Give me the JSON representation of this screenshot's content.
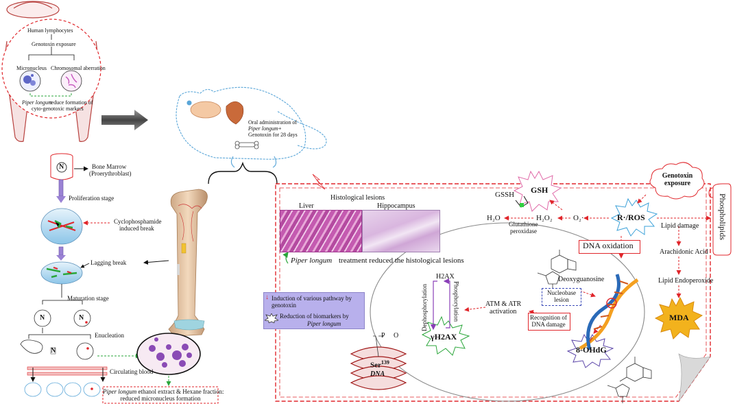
{
  "left": {
    "human_lymphocytes": "Human lymphocytes",
    "genotoxin_exposure": "Genotoxin exposure",
    "micronucleus": "Micronucleus",
    "chromosomal_aberration": "Chromosomal aberration",
    "piper_longum": "Piper longum",
    "reduce_formation": "reduce formation of",
    "cyto_genotoxic": "cyto-genotoxic markers",
    "bone_marrow": "Bone Marrow",
    "proerythroblast": "(Proerythroblast)",
    "proliferation_stage": "Proliferation stage",
    "cyclophosphamide": "Cyclophosphamide",
    "induced_break": "induced break",
    "lagging_break": "Lagging break",
    "maturation_stage": "Maturation stage",
    "enucleation": "Enucleation",
    "circulating_blood": "Circulating blood",
    "nucleus_letter": "N",
    "bottom_box_line1_suffix": "ethanol extract & Hexane fraction:",
    "bottom_box_line2": "reduced micronucleus formation"
  },
  "rat": {
    "oral_line1": "Oral administration of",
    "oral_line2_italic": "Piper longum",
    "oral_line2_suffix": "+",
    "oral_line3": "Genotoxin for 28 days"
  },
  "main": {
    "histological_lesions": "Histological lesions",
    "liver": "Liver",
    "hippocampus": "Hippocampus",
    "histo_caption_italic": "Piper longum",
    "histo_caption_suffix": "treatment reduced the histological lesions",
    "genotoxin_exposure": "Genotoxin exposure",
    "phospholipids": "Phospholipids",
    "ros": "R·/ROS",
    "gsh": "GSH",
    "gssh": "GSSH",
    "h2o": "H₂O",
    "h2o2": "H₂O₂",
    "o2": "O₂·",
    "glutathione_peroxidase_1": "Glutathione",
    "glutathione_peroxidase_2": "peroxidase",
    "lipid_damage": "Lipid damage",
    "arachidonic_acid": "Arachidonic Acid",
    "lipid_endoperoxide": "Lipid Endoperoxide",
    "mda": "MDA",
    "dna_oxidation": "DNA oxidation",
    "deoxyguanosine": "Deoxyguanosine",
    "nucleobase_lesion_1": "Nucleobase",
    "nucleobase_lesion_2": "lesion",
    "recognition_1": "Recognition of",
    "recognition_2": "DNA damage",
    "ohdg": "8-OHdG",
    "atm_atr_1": "ATM & ATR",
    "atm_atr_2": "activation",
    "h2ax": "H2AX",
    "gamma_h2ax": "γH2AX",
    "dephosphorylation": "Dephosphorylation",
    "phosphorylation": "Phosphorylation",
    "ser139": "Ser",
    "ser139_sup": "139",
    "dna_label": "DNA",
    "phosphate_p": "P",
    "phosphate_o": "O"
  },
  "legend": {
    "induction": "Induction of various pathway by genotoxin",
    "reduction_1": "Reduction of biomarkers by",
    "reduction_2_italic": "Piper longum"
  },
  "colors": {
    "red_dash": "#e0262b",
    "green_dash": "#2aa63a",
    "purple": "#8a3fb8",
    "legend_bg": "#b8b0ec",
    "histo_pink": "#c45ab0",
    "mda_yellow": "#f2b21d"
  }
}
